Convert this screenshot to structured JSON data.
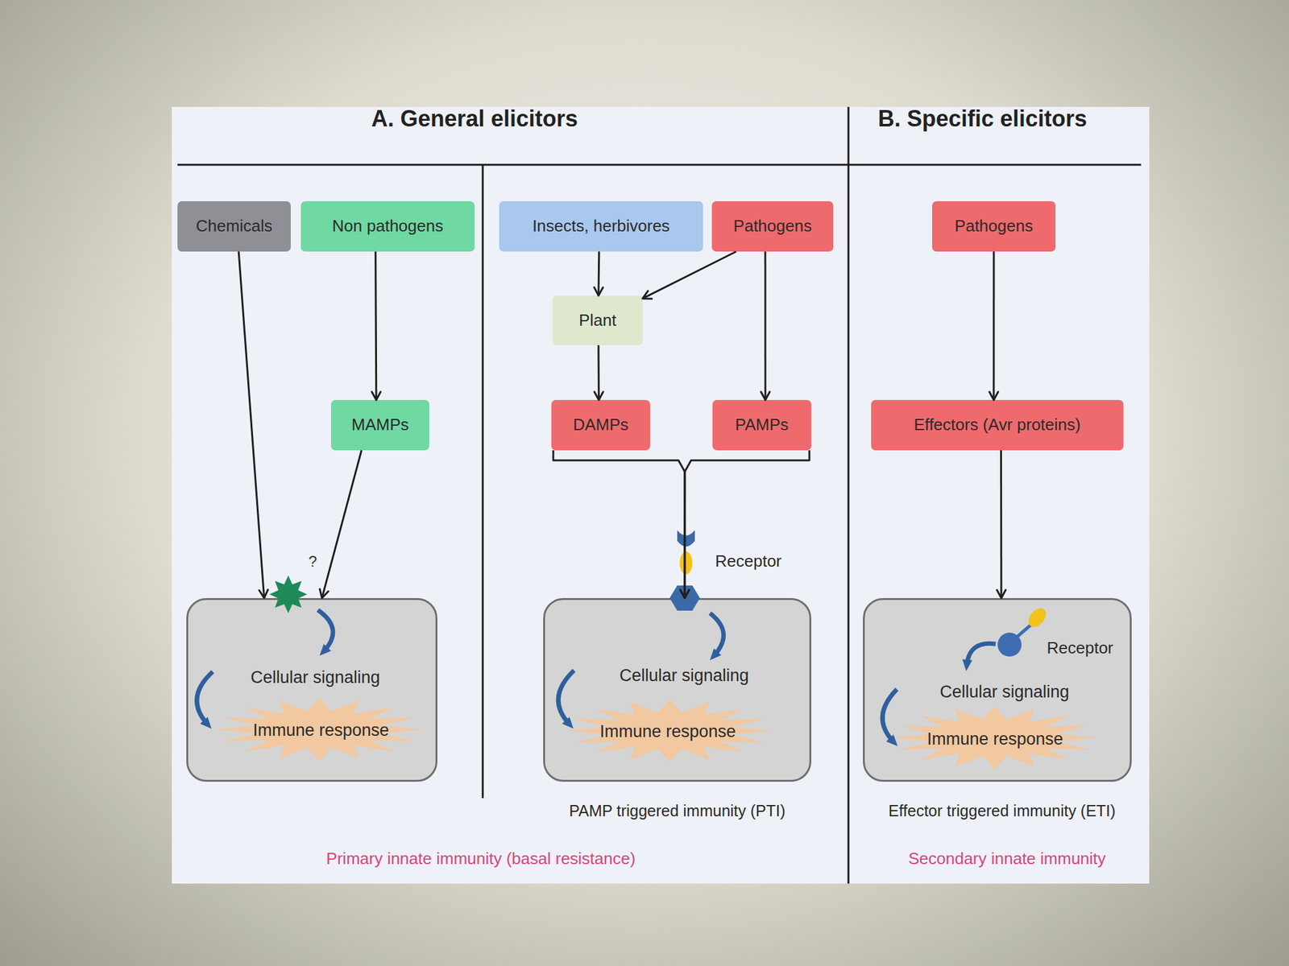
{
  "diagram": {
    "nodes": [
      {
        "text": [
          "Chemicals"
        ]
      },
      {
        "text": [
          "Non pathogens"
        ]
      },
      {
        "text": [
          "Insects, herbivores"
        ]
      },
      {
        "text": [
          "Pathogens"
        ]
      },
      {
        "text": [
          "Pathogens"
        ]
      },
      {
        "text": [
          "Plant"
        ]
      },
      {
        "text": [
          "MAMPs"
        ]
      },
      {
        "text": [
          "DAMPs"
        ]
      },
      {
        "text": [
          "PAMPs"
        ]
      },
      {
        "text": [
          "Effectors (Avr proteins)"
        ]
      },
      {
        "text": [
          "Cellular signaling",
          "Immune response"
        ]
      },
      {
        "text": [
          "Cellular signaling",
          "Immune response"
        ]
      },
      {
        "text": [
          "Cellular signaling",
          "Immune response"
        ]
      }
    ],
    "edges": [
      {
        "from": 0,
        "to": 10,
        "arrow": "to"
      },
      {
        "from": 1,
        "to": 6,
        "arrow": "to"
      },
      {
        "from": 6,
        "to": 10,
        "arrow": "to"
      },
      {
        "from": 2,
        "to": 5,
        "arrow": "to"
      },
      {
        "from": 3,
        "to": 5,
        "arrow": "to"
      },
      {
        "from": 3,
        "to": 8,
        "arrow": "to"
      },
      {
        "from": 5,
        "to": 7,
        "arrow": "to"
      },
      {
        "from": 7,
        "to": 11,
        "arrow": "to"
      },
      {
        "from": 8,
        "to": 11,
        "arrow": "to"
      },
      {
        "from": 4,
        "to": 9,
        "arrow": "to"
      },
      {
        "from": 9,
        "to": 12,
        "arrow": "to"
      }
    ],
    "labels": [
      "A. General elicitors",
      "B. Specific elicitors",
      "?",
      "Receptor",
      "Receptor",
      "PAMP triggered immunity (PTI)",
      "Effector triggered immunity (ETI)",
      "Primary innate immunity (basal resistance)",
      "Secondary innate immunity"
    ]
  }
}
